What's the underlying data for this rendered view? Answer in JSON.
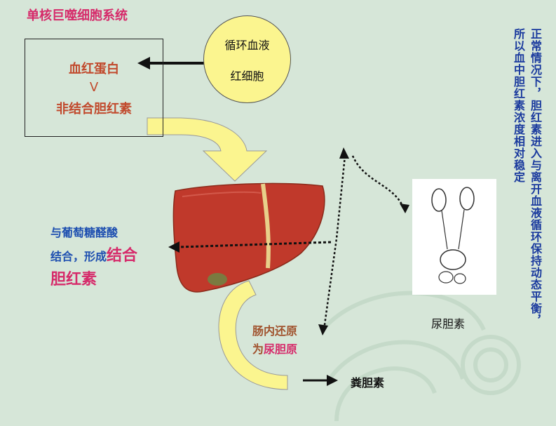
{
  "title": "单核巨噬细胞系统",
  "box": {
    "line1": "血红蛋白",
    "line2": "V",
    "line3": "非结合胆红素"
  },
  "circle": {
    "line1": "循环血液",
    "line2": "红细胞"
  },
  "conjugation": {
    "line1": "与葡萄糖醛酸",
    "line2_prefix": "结合，形成",
    "line2_highlight": "结合",
    "line3": "胆红素"
  },
  "intestine": {
    "line1": "肠内还原",
    "line2_prefix": "为",
    "line2_highlight": "尿胆原"
  },
  "stool_label": "粪胆素",
  "urine_label": "尿胆素",
  "side_note": {
    "col1": "正常情况下，胆红素进入与离开血液循环保持动态平衡，",
    "col2": "所以血中胆红素浓度相对稳定"
  },
  "colors": {
    "background": "#d6e6d8",
    "title_pink": "#d62a6a",
    "box_text": "#c14a2d",
    "arrow_yellow": "#fbf58f",
    "note_blue": "#1a3a9e",
    "liver": "#c0392b"
  }
}
